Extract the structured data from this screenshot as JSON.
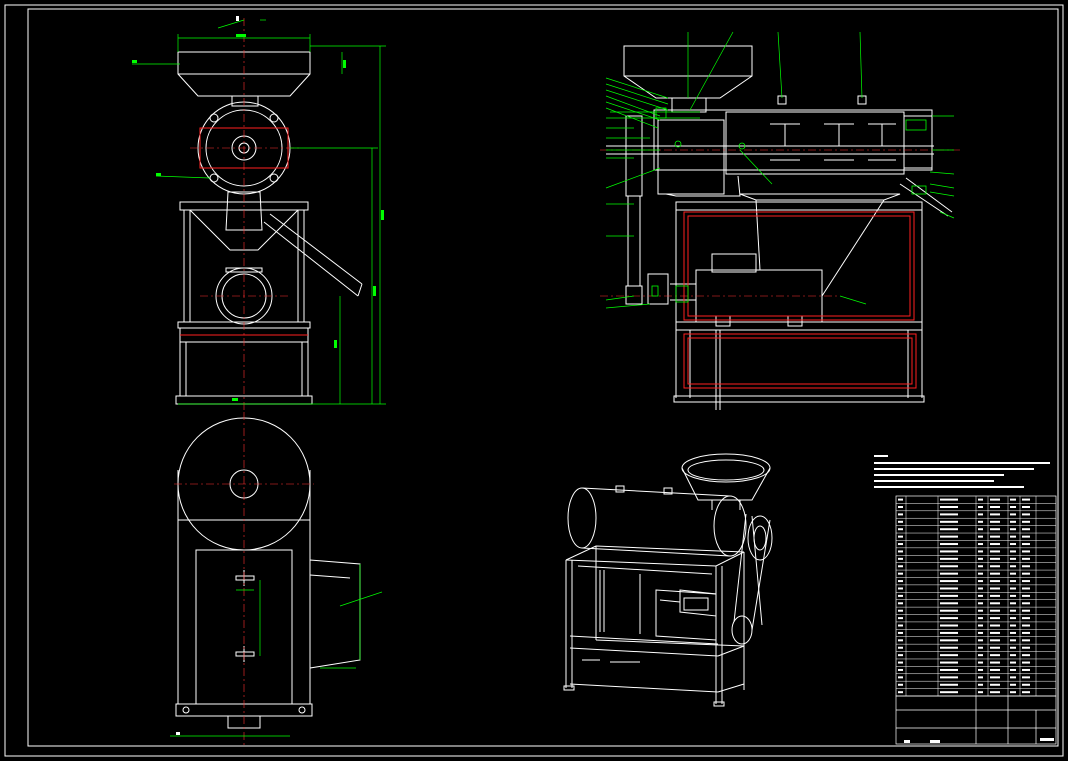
{
  "drawing": {
    "background": "#000000",
    "colors": {
      "outline": "#ffffff",
      "dimension": "#00ff00",
      "centerline": "#ff0000",
      "frame_red": "#ff2020"
    },
    "views": [
      "front-view",
      "side-section-view",
      "top-view",
      "isometric-view"
    ],
    "title_block": {
      "parts_rows": 27,
      "columns": 7
    }
  }
}
